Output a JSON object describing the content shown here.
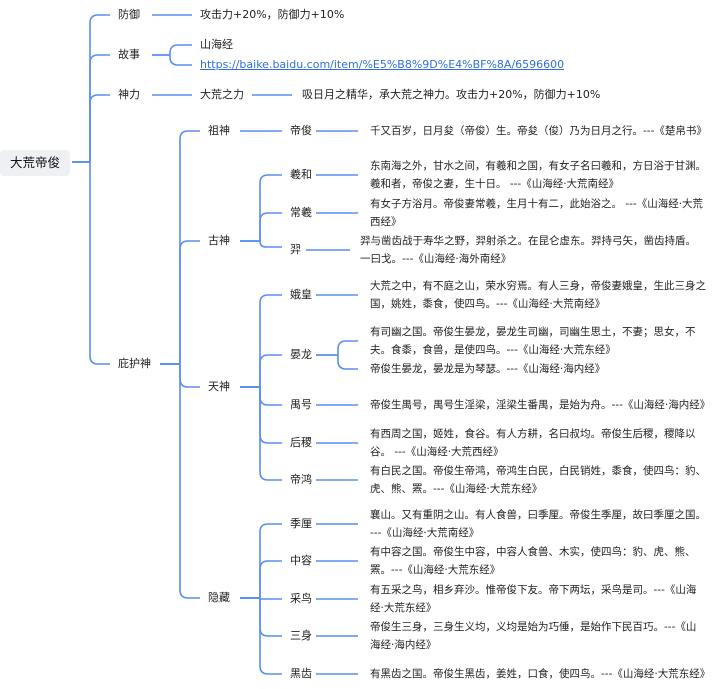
{
  "root": "大荒帝俊",
  "defense": {
    "label": "防御",
    "value": "攻击力+20%，防御力+10%"
  },
  "story": {
    "label": "故事",
    "source": "山海经",
    "link": "https://baike.baidu.com/item/%E5%B8%9D%E4%BF%8A/6596600"
  },
  "power": {
    "label": "神力",
    "name": "大荒之力",
    "desc": "吸日月之精华，承大荒之神力。攻击力+20%，防御力+10%"
  },
  "protector": {
    "label": "庇护神",
    "ancestor": {
      "label": "祖神",
      "child": "帝俊",
      "text": "千又百岁，日月夋（帝俊）生。帝夋（俊）乃为日月之行。---《楚帛书》"
    },
    "ancient": {
      "label": "古神",
      "items": [
        {
          "name": "羲和",
          "text": "东南海之外，甘水之间，有羲和之国，有女子名曰羲和，方日浴于甘渊。羲和者，帝俊之妻，生十日。 ---《山海经·大荒南经》"
        },
        {
          "name": "常羲",
          "text": "有女子方浴月。帝俊妻常羲，生月十有二，此始浴之。 ---《山海经·大荒西经》"
        },
        {
          "name": "羿",
          "text": "羿与凿齿战于寿华之野，羿射杀之。在昆仑虚东。羿持弓矢，凿齿持盾。一曰戈。---《山海经·海外南经》"
        }
      ]
    },
    "heavenly": {
      "label": "天神",
      "items": [
        {
          "name": "娥皇",
          "text": "大荒之中，有不庭之山，荣水穷焉。有人三身，帝俊妻娥皇，生此三身之国，姚姓，黍食，使四鸟。---《山海经·大荒南经》"
        },
        {
          "name": "晏龙",
          "text": "有司幽之国。帝俊生晏龙，晏龙生司幽，司幽生思土，不妻；思女，不夫。食黍，食兽，是使四鸟。---《山海经·大荒东经》",
          "text2": "帝俊生晏龙，晏龙是为琴瑟。---《山海经·海内经》"
        },
        {
          "name": "禺号",
          "text": "帝俊生禺号，禺号生淫梁，淫梁生番禺，是始为舟。---《山海经·海内经》"
        },
        {
          "name": "后稷",
          "text": "有西周之国，姬姓，食谷。有人方耕，名曰叔均。帝俊生后稷，稷降以谷。 ---《山海经·大荒西经》"
        },
        {
          "name": "帝鸿",
          "text": "有白民之国。帝俊生帝鸿，帝鸿生白民，白民销姓，黍食，使四鸟：豹、虎、熊、罴。---《山海经·大荒东经》"
        }
      ]
    },
    "hidden": {
      "label": "隐藏",
      "items": [
        {
          "name": "季厘",
          "text": "襄山。又有重阴之山。有人食兽，曰季厘。帝俊生季厘，故曰季厘之国。 ---《山海经·大荒南经》"
        },
        {
          "name": "中容",
          "text": "有中容之国。帝俊生中容，中容人食兽、木实，使四鸟：豹、虎、熊、罴。---《山海经·大荒东经》"
        },
        {
          "name": "采鸟",
          "text": "有五采之鸟，相乡弃沙。惟帝俊下友。帝下两坛，采鸟是司。---《山海经·大荒东经》"
        },
        {
          "name": "三身",
          "text": "帝俊生三身，三身生义均，义均是始为巧倕，是始作下民百巧。---《山海经·海内经》"
        },
        {
          "name": "黑齿",
          "text": "有黑齿之国。帝俊生黑齿，姜姓，口食，使四鸟。---《山海经·大荒东经》"
        }
      ]
    }
  },
  "colors": {
    "line": "#5a8ef0",
    "link": "#2f6fe0"
  }
}
